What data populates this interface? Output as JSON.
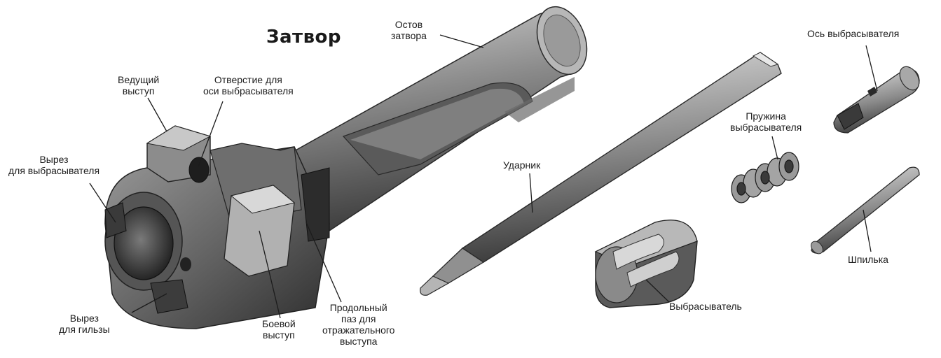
{
  "title": "Затвор",
  "labels": {
    "bolt_body": [
      "Остов",
      "затвора"
    ],
    "guide_lug": [
      "Ведущий",
      "выступ"
    ],
    "extractor_axis_hole": [
      "Отверстие для",
      "оси выбрасывателя"
    ],
    "extractor_cut": [
      "Вырез",
      "для выбрасывателя"
    ],
    "case_cut": [
      "Вырез",
      "для гильзы"
    ],
    "locking_lug": [
      "Боевой",
      "выступ"
    ],
    "longitudinal_groove": [
      "Продольный",
      "паз для",
      "отражательного",
      "выступа"
    ],
    "firing_pin": "Ударник",
    "extractor_spring": [
      "Пружина",
      "выбрасывателя"
    ],
    "extractor_axis": "Ось выбрасывателя",
    "pin": "Шпилька",
    "extractor": "Выбрасыватель"
  },
  "colors": {
    "metal_dark": "#3a3a3a",
    "metal_mid": "#7c7c7c",
    "metal_light": "#c4c4c4",
    "ink": "#1c1c1c"
  }
}
